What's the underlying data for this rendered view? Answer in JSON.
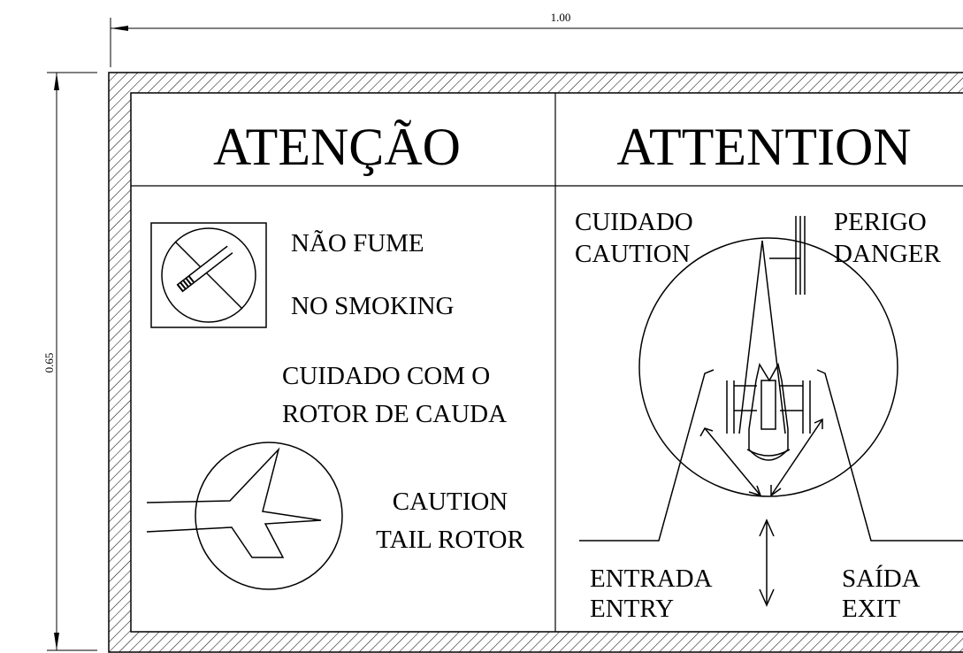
{
  "dimensions": {
    "width_label": "1.00",
    "height_label": "0.65"
  },
  "left_panel": {
    "title": "ATENÇÃO",
    "no_smoking_pt": "NÃO FUME",
    "no_smoking_en": "NO SMOKING",
    "tail_rotor_pt_line1": "CUIDADO COM O",
    "tail_rotor_pt_line2": "ROTOR DE CAUDA",
    "tail_rotor_en_line1": "CAUTION",
    "tail_rotor_en_line2": "TAIL ROTOR"
  },
  "right_panel": {
    "title": "ATTENTION",
    "caution_pt": "CUIDADO",
    "caution_en": "CAUTION",
    "danger_pt": "PERIGO",
    "danger_en": "DANGER",
    "entry_pt": "ENTRADA",
    "entry_en": "ENTRY",
    "exit_pt": "SAÍDA",
    "exit_en": "EXIT"
  }
}
